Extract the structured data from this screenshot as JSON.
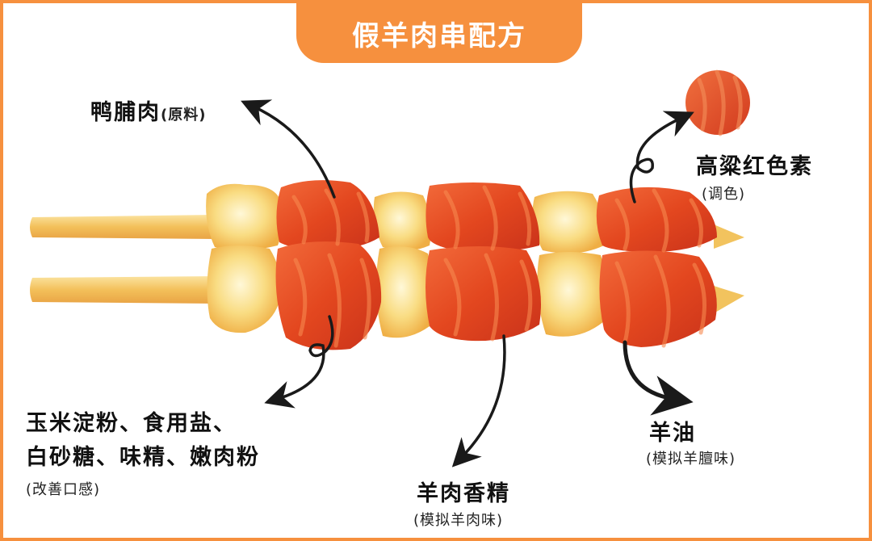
{
  "title": "假羊肉串配方",
  "labels": {
    "duck": {
      "name": "鸭脯肉",
      "note": "(原料)"
    },
    "red": {
      "name": "高粱红色素",
      "note": "(调色)"
    },
    "additives": {
      "line1": "玉米淀粉、食用盐、",
      "line2": "白砂糖、味精、嫩肉粉",
      "note": "(改善口感)"
    },
    "essence": {
      "name": "羊肉香精",
      "note": "(模拟羊肉味)"
    },
    "oil": {
      "name": "羊油",
      "note": "(模拟羊膻味)"
    }
  },
  "colors": {
    "frame": "#f6903e",
    "meat": "#e8552c",
    "fat": "#f8d97a",
    "skewer": "#f4c460"
  }
}
